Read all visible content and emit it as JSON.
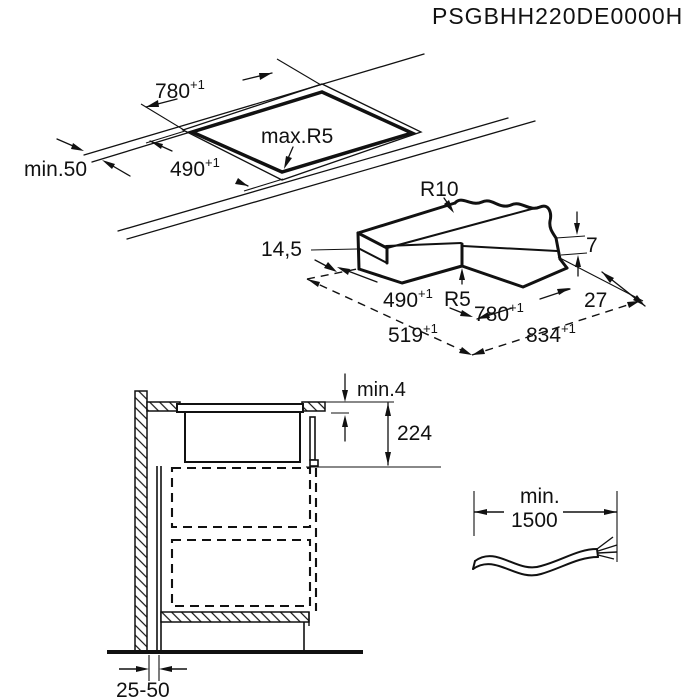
{
  "title": "PSGBHH220DE0000H",
  "tolerance_sup": "+1",
  "worktop_view": {
    "cutout_width": "780",
    "cutout_depth": "490",
    "cutout_corner_radius": "max.R5",
    "min_edge_distance": "min.50"
  },
  "hob_view": {
    "top_corner_radius": "R10",
    "total_height": "14,5",
    "cutout_depth": "490",
    "base_corner_radius": "R5",
    "cutout_width": "780",
    "glass_thickness": "7",
    "glass_overhang": "27",
    "glass_depth": "519",
    "glass_width": "834"
  },
  "section_view": {
    "min_top_clearance": "min.4",
    "installation_depth": "224",
    "wall_distance": "25-50"
  },
  "cable_view": {
    "min_label": "min.",
    "min_length": "1500"
  }
}
